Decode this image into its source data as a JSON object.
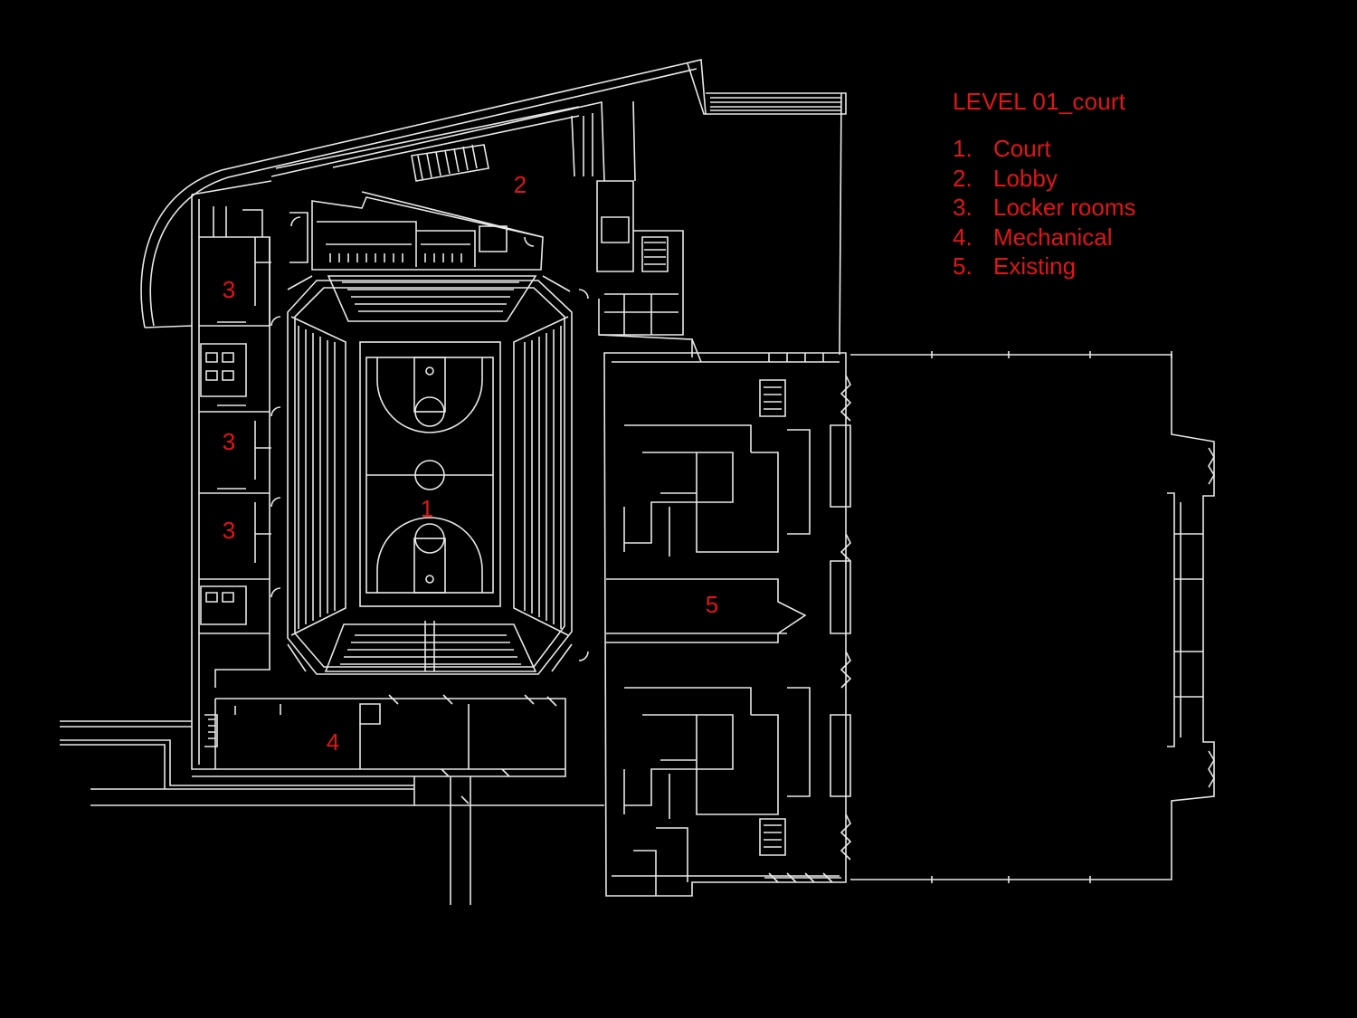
{
  "legend": {
    "title": "LEVEL 01_court",
    "items": [
      {
        "num": "1.",
        "label": "Court"
      },
      {
        "num": "2.",
        "label": "Lobby"
      },
      {
        "num": "3.",
        "label": "Locker rooms"
      },
      {
        "num": "4.",
        "label": "Mechanical"
      },
      {
        "num": "5.",
        "label": "Existing"
      }
    ]
  },
  "room_labels": {
    "court": "1",
    "lobby": "2",
    "locker_a": "3",
    "locker_b": "3",
    "locker_c": "3",
    "mechanical": "4",
    "existing": "5"
  },
  "colors": {
    "background": "#000000",
    "linework": "#e8e8e8",
    "annotation": "#e0161a"
  }
}
